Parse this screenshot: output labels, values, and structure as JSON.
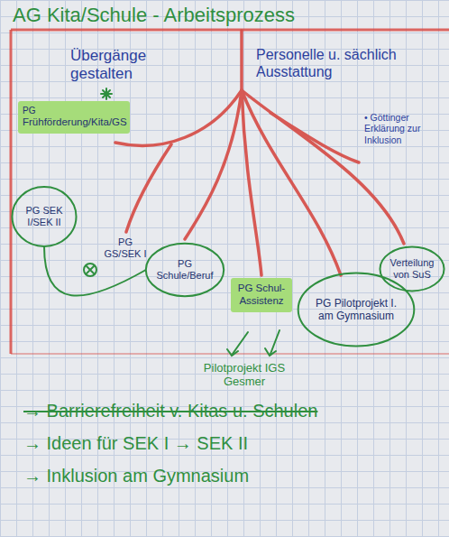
{
  "diagram": {
    "title": "AG Kita/Schule - Arbeitsprozess",
    "nodes": [
      {
        "text": [
          "PG",
          "Frühförderung/Kita/GS"
        ]
      },
      {
        "text": [
          "PG SEK I/SEK II"
        ]
      },
      {
        "text": [
          "PG Schule/Beruf"
        ]
      },
      {
        "text": [
          "Verteilung von SuS"
        ]
      },
      {
        "text": [
          "PG Schul-Assistenz"
        ]
      },
      {
        "text": [
          "PG Pilotprojekt I. am Gymnasium"
        ]
      }
    ],
    "edges": [
      {
        "from": 1,
        "to": 2,
        "arrow": "none"
      }
    ],
    "labels": [
      "Übergänge gestalten",
      "Personelle u. sächlich Ausstattung",
      "• Göttinger Erklärung zur Inklusion",
      "PG GS/SEK I",
      "Pilotprojekt IGS Gesmer",
      "→ Barrierefreiheit v. Kitas u. Schulen",
      "→ Ideen für SEK I → SEK II",
      "→ Inklusion am Gymnasium"
    ]
  }
}
